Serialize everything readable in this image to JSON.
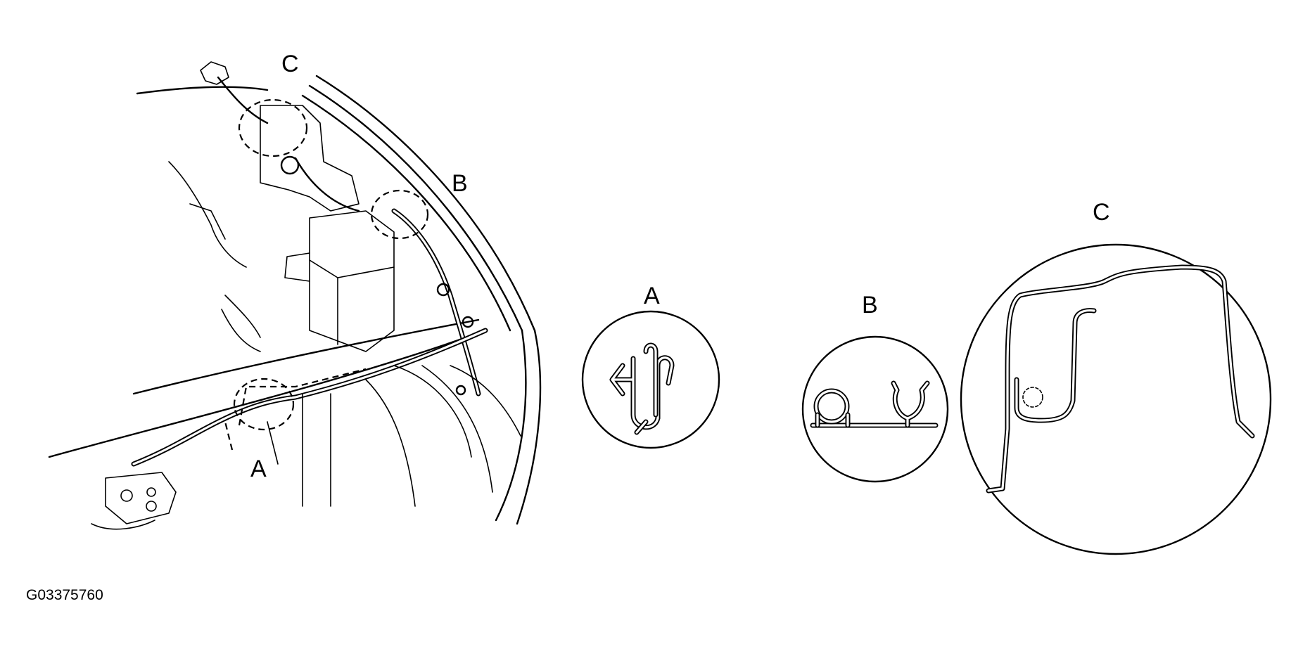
{
  "labels": {
    "car_c": "C",
    "car_b": "B",
    "car_a": "A",
    "detail_a": "A",
    "detail_b": "B",
    "detail_c": "C"
  },
  "figure_code": "G03375760"
}
